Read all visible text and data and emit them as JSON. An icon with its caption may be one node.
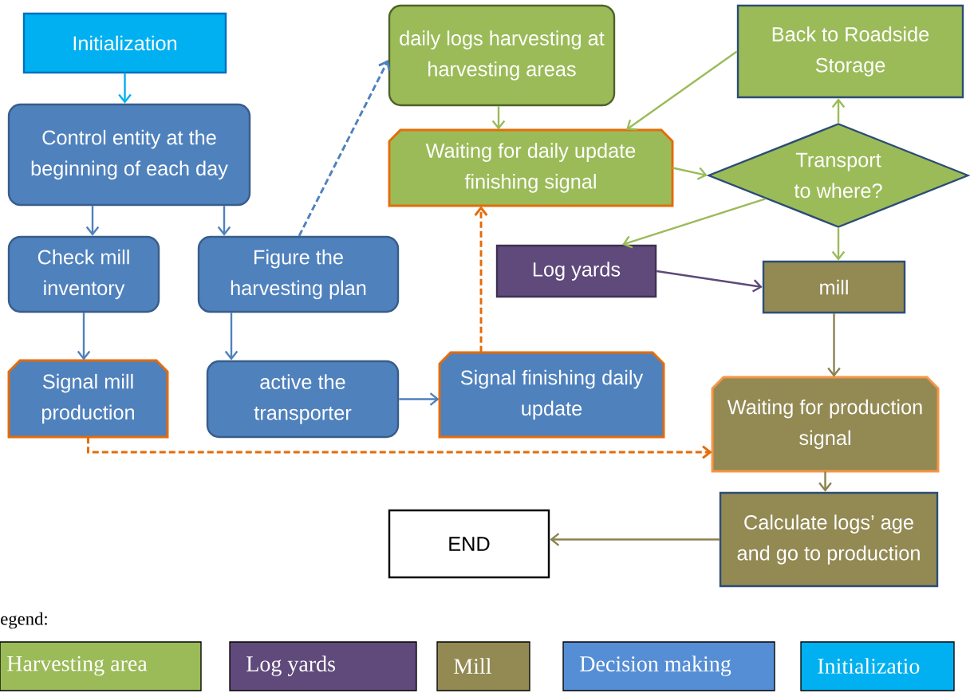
{
  "diagram": {
    "nodes": [
      {
        "text": [
          "Initialization"
        ]
      },
      {
        "text": [
          "Control entity at the beginning of each day"
        ]
      },
      {
        "text": [
          "Check mill inventory"
        ]
      },
      {
        "text": [
          "Figure the harvesting plan"
        ]
      },
      {
        "text": [
          "Signal mill production"
        ]
      },
      {
        "text": [
          "active the transporter"
        ]
      },
      {
        "text": [
          "Signal finishing daily update"
        ]
      },
      {
        "text": [
          "daily logs harvesting at harvesting areas"
        ]
      },
      {
        "text": [
          "Waiting for daily update finishing signal"
        ]
      },
      {
        "text": [
          "Back to Roadside Storage"
        ]
      },
      {
        "text": [
          "Transport to where?"
        ]
      },
      {
        "text": [
          "Log yards"
        ]
      },
      {
        "text": [
          "mill"
        ]
      },
      {
        "text": [
          "Waiting for production signal"
        ]
      },
      {
        "text": [
          "Calculate logs’ age and go to production"
        ]
      },
      {
        "text": [
          "END"
        ]
      }
    ],
    "edges": [
      {
        "from": 0,
        "to": 1,
        "arrow": "to",
        "color": "#00b0f0"
      },
      {
        "from": 1,
        "to": 2,
        "arrow": "to",
        "color": "#4f81bd"
      },
      {
        "from": 1,
        "to": 3,
        "arrow": "to",
        "color": "#4f81bd"
      },
      {
        "from": 3,
        "to": 7,
        "arrow": "to",
        "style": "dashed",
        "color": "#4f81bd"
      },
      {
        "from": 2,
        "to": 4,
        "arrow": "to",
        "color": "#4f81bd"
      },
      {
        "from": 3,
        "to": 5,
        "arrow": "to",
        "color": "#4f81bd"
      },
      {
        "from": 5,
        "to": 6,
        "arrow": "to",
        "color": "#4f81bd"
      },
      {
        "from": 6,
        "to": 8,
        "arrow": "to",
        "style": "dashed",
        "color": "#e46c0a"
      },
      {
        "from": 7,
        "to": 8,
        "arrow": "to",
        "color": "#9bbb59"
      },
      {
        "from": 8,
        "to": 10,
        "arrow": "to",
        "color": "#9bbb59"
      },
      {
        "from": 10,
        "to": 9,
        "arrow": "to",
        "color": "#9bbb59"
      },
      {
        "from": 9,
        "to": 8,
        "arrow": "to",
        "color": "#9bbb59"
      },
      {
        "from": 10,
        "to": 11,
        "arrow": "to",
        "color": "#9bbb59"
      },
      {
        "from": 10,
        "to": 12,
        "arrow": "to",
        "color": "#9bbb59"
      },
      {
        "from": 11,
        "to": 12,
        "arrow": "to",
        "color": "#5f497a"
      },
      {
        "from": 12,
        "to": 13,
        "arrow": "to",
        "color": "#8b8250"
      },
      {
        "from": 4,
        "to": 13,
        "arrow": "to",
        "style": "dashed",
        "color": "#e46c0a"
      },
      {
        "from": 13,
        "to": 14,
        "arrow": "to",
        "color": "#8b8250"
      },
      {
        "from": 14,
        "to": 15,
        "arrow": "to",
        "color": "#8b8250"
      }
    ],
    "labels": [
      "egend:"
    ],
    "legend": [
      {
        "text": "Harvesting area",
        "color": "#9bbb59"
      },
      {
        "text": "Log yards",
        "color": "#604a7b"
      },
      {
        "text": "Mill",
        "color": "#938953"
      },
      {
        "text": "Decision making",
        "color": "#558ed5"
      },
      {
        "text": "Initializatio",
        "color": "#00b0f0"
      }
    ]
  }
}
